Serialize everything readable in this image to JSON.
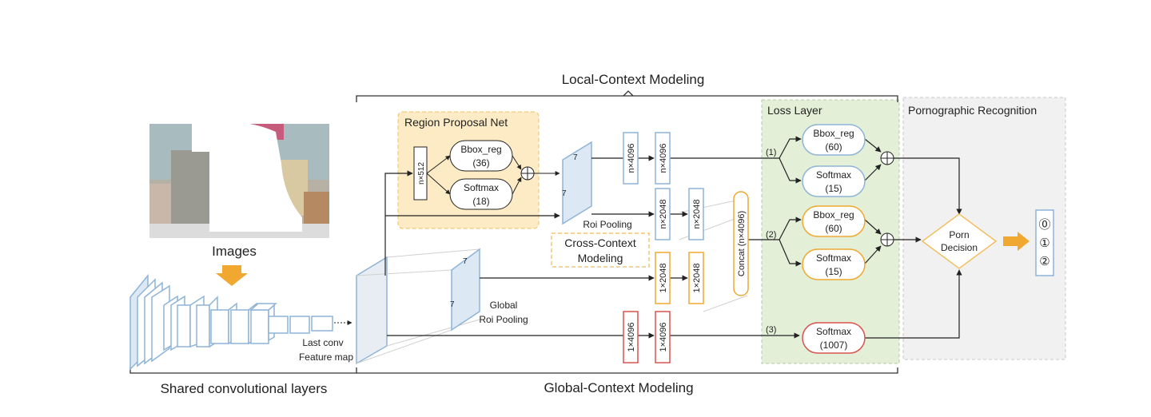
{
  "sections": {
    "local_context": "Local-Context Modeling",
    "global_context": "Global-Context Modeling",
    "shared_conv": "Shared convolutional layers",
    "loss_layer": "Loss Layer",
    "porn_recognition": "Pornographic Recognition"
  },
  "input": {
    "images_label": "Images"
  },
  "rpn": {
    "title": "Region Proposal Net",
    "conv": "n×512",
    "bbox_reg": "Bbox_reg",
    "bbox_reg_dim": "(36)",
    "softmax": "Softmax",
    "softmax_dim": "(18)"
  },
  "feature_map": {
    "line1": "Last conv",
    "line2": "Feature map"
  },
  "roi_pooling": {
    "label": "Roi Pooling",
    "size": "7"
  },
  "global_roi": {
    "line1": "Global",
    "line2": "Roi Pooling",
    "size": "7"
  },
  "cross_context": {
    "line1": "Cross-Context",
    "line2": "Modeling"
  },
  "fc": {
    "local_a": "n×4096",
    "local_b": "n×4096",
    "cross_local_a": "n×2048",
    "cross_local_b": "n×2048",
    "cross_global_a": "1×2048",
    "cross_global_b": "1×2048",
    "global_a": "1×4096",
    "global_b": "1×4096",
    "concat": "Concat (n×4096)"
  },
  "loss": {
    "branch1": "(1)",
    "branch2": "(2)",
    "branch3": "(3)",
    "b1_bbox": "Bbox_reg",
    "b1_bbox_dim": "(60)",
    "b1_softmax": "Softmax",
    "b1_softmax_dim": "(15)",
    "b2_bbox": "Bbox_reg",
    "b2_bbox_dim": "(60)",
    "b2_softmax": "Softmax",
    "b2_softmax_dim": "(15)",
    "b3_softmax": "Softmax",
    "b3_softmax_dim": "(1007)"
  },
  "decision": {
    "line1": "Porn",
    "line2": "Decision"
  },
  "outputs": [
    "⓪",
    "①",
    "②"
  ],
  "colors": {
    "blue_stroke": "#8eb4d8",
    "blue_fill": "#dce8f4",
    "rpn_fill": "#fcebc4",
    "rpn_stroke": "#f0c060",
    "loss_fill": "#e4efd8",
    "orange": "#f0a830",
    "red_stroke": "#d9534f",
    "gray_panel": "#f1f1f1"
  }
}
